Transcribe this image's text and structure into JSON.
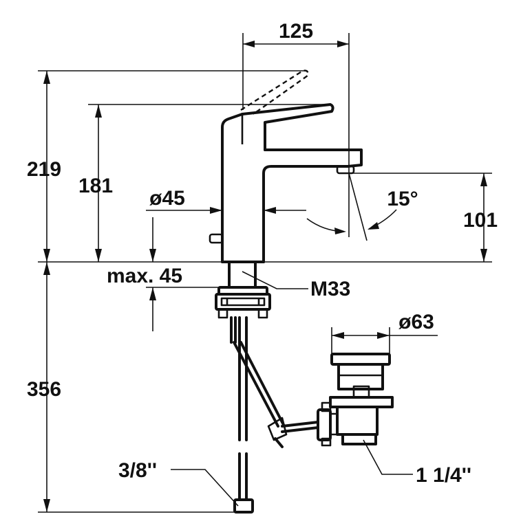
{
  "drawing": {
    "colors": {
      "line": "#111111",
      "background": "#ffffff"
    },
    "dimensions": {
      "spout_reach": "125",
      "total_height": "219",
      "spout_top_height": "181",
      "body_diameter": "ø45",
      "spout_outlet_height": "101",
      "lever_angle": "15°",
      "max_deck_thickness": "max. 45",
      "thread": "M33",
      "below_deck_length": "356",
      "waste_diameter": "ø63",
      "hose_connection": "3/8''",
      "waste_connection": "1 1/4''"
    }
  }
}
